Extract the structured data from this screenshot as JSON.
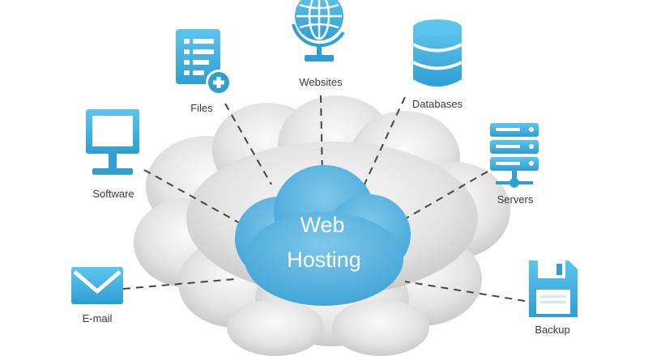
{
  "colors": {
    "icon": "#46b6e4",
    "icon_dark": "#2e9fd3",
    "center_cloud": "#62b7e1",
    "cloud_light": "#e8e8e8",
    "cloud_shadow": "#bdbdbd",
    "line": "#444444",
    "label": "#3a3a3a"
  },
  "center": {
    "line1": "Web",
    "line2": "Hosting"
  },
  "nodes": {
    "files": {
      "label": "Files",
      "icon": "files-add-icon"
    },
    "websites": {
      "label": "Websites",
      "icon": "globe-icon"
    },
    "databases": {
      "label": "Databases",
      "icon": "database-icon"
    },
    "software": {
      "label": "Software",
      "icon": "monitor-icon"
    },
    "servers": {
      "label": "Servers",
      "icon": "server-icon"
    },
    "email": {
      "label": "E-mail",
      "icon": "envelope-icon"
    },
    "backup": {
      "label": "Backup",
      "icon": "floppy-disk-icon"
    }
  }
}
